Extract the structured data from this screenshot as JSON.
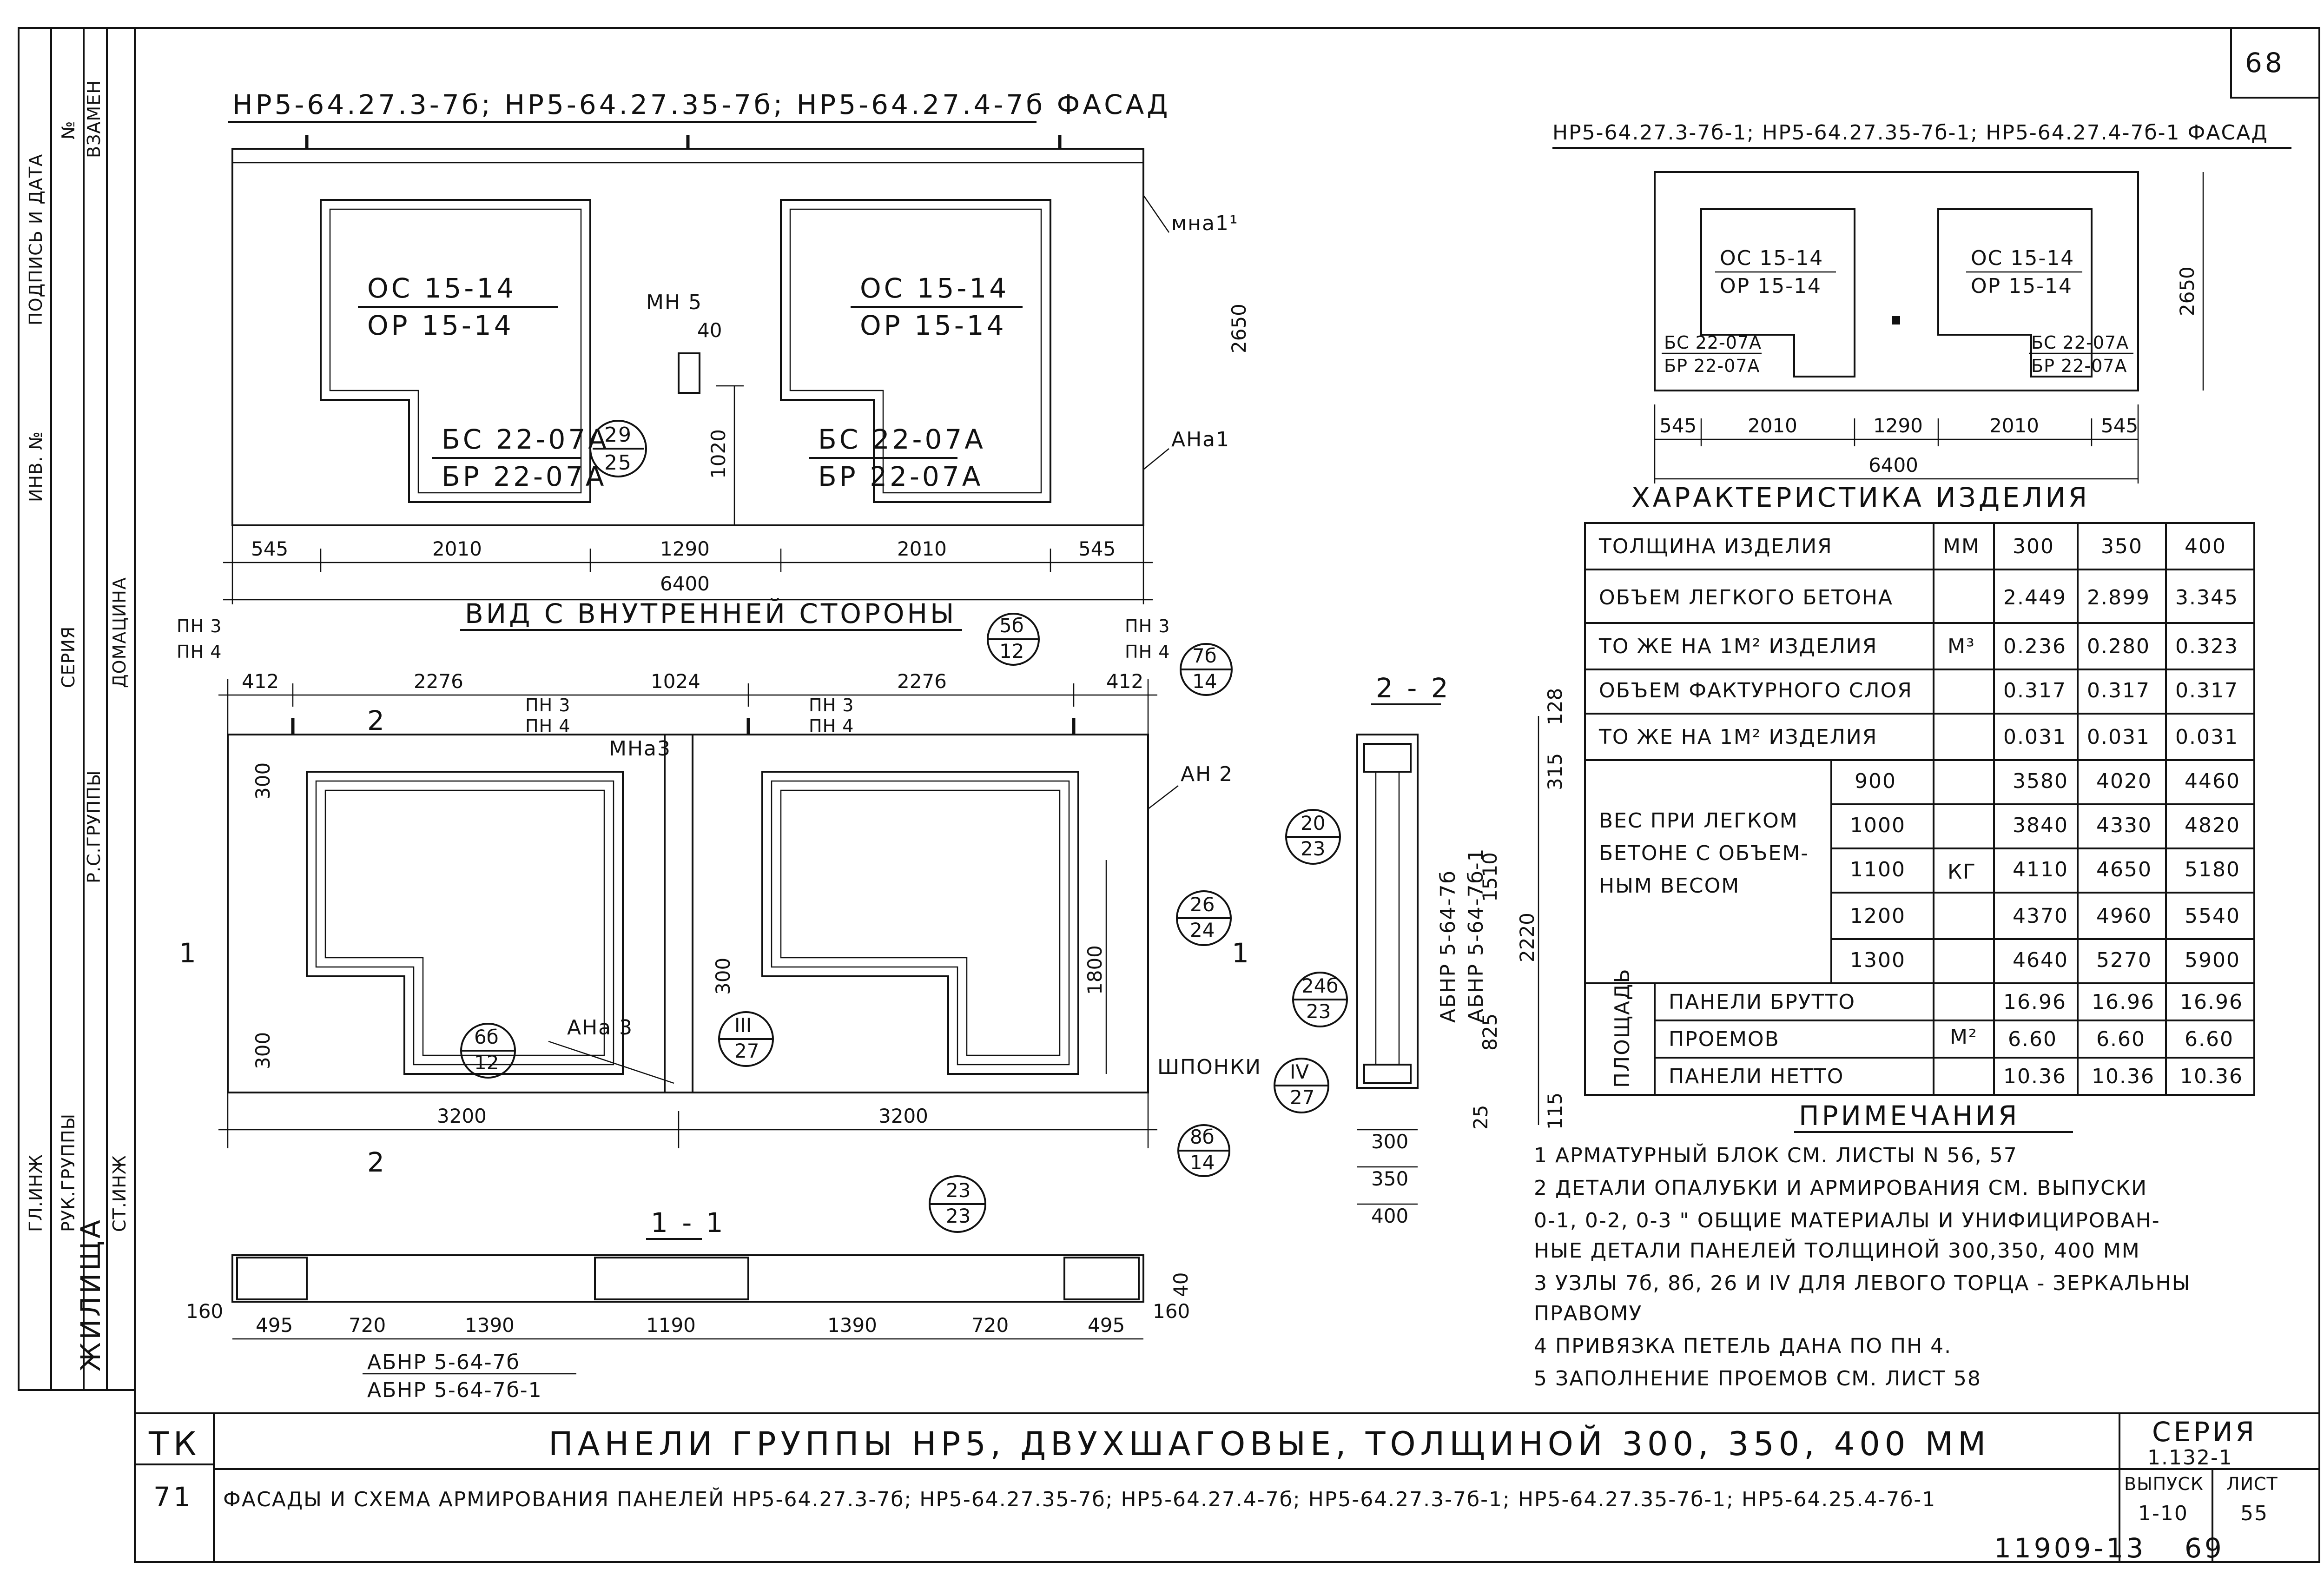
{
  "sheet_number": "68",
  "stamp": {
    "margin_texts": [
      "ВЗАМЕН",
      "№",
      "ПОДПИСЬ И ДАТА",
      "ИНВ. №",
      "Р.С.ГРУППЫ",
      "ЖИЛИЩА",
      "СЕРИЯ",
      "ДОМАЦИНА",
      "ГЛ.ИНЖ",
      "РУК.ГРУППЫ",
      "СТ.ИНЖ"
    ]
  },
  "facade_main": {
    "title": "НР5-64.27.3-7б; НР5-64.27.35-7б; НР5-64.27.4-7б  ФАСАД",
    "window_top": "ОС 15-14",
    "window_bottom": "ОР 15-14",
    "door_top": "БС 22-07А",
    "door_bottom": "БР 22-07А",
    "node_mn5": "МН 5",
    "dim_40": "40",
    "node_29": "29",
    "node_25": "25",
    "label_mna11": "мна1¹",
    "label_ana1": "АНа1",
    "dim_2650": "2650",
    "dim_1020": "1020",
    "dims_bottom": [
      "545",
      "2010",
      "1290",
      "2010",
      "545"
    ],
    "dim_total": "6400"
  },
  "facade_small": {
    "title": "НР5-64.27.3-7б-1; НР5-64.27.35-7б-1; НР5-64.27.4-7б-1 ФАСАД",
    "window_top": "ОС 15-14",
    "window_bottom": "ОР 15-14",
    "door_top": "БС 22-07А",
    "door_bottom": "БР 22-07А",
    "dim_2650": "2650",
    "dims_bottom": [
      "545",
      "2010",
      "1290",
      "2010",
      "545"
    ],
    "dim_total": "6400"
  },
  "inner_view": {
    "title": "ВИД С ВНУТРЕННЕЙ СТОРОНЫ",
    "pn3": "ПН 3",
    "pn4": "ПН 4",
    "dims_top": [
      "412",
      "2276",
      "1024",
      "2276",
      "412"
    ],
    "label_mna3": "МНа3",
    "label_an2": "АН 2",
    "label_ana3": "АНа 3",
    "label_shponki": "ШПОНКИ",
    "dim_300": "300",
    "dim_1800": "1800",
    "dims_bottom": [
      "3200",
      "3200"
    ],
    "sec1": "1",
    "sec2": "2",
    "nodes": [
      {
        "top": "5б",
        "bottom": "12"
      },
      {
        "top": "7б",
        "bottom": "14"
      },
      {
        "top": "26",
        "bottom": "24"
      },
      {
        "top": "6б",
        "bottom": "12"
      },
      {
        "top": "III",
        "bottom": "27"
      },
      {
        "top": "IV",
        "bottom": "27"
      },
      {
        "top": "8б",
        "bottom": "14"
      }
    ]
  },
  "section_22": {
    "title": "2 - 2",
    "nodes": [
      {
        "top": "20",
        "bottom": "23"
      },
      {
        "top": "24б",
        "bottom": "23"
      }
    ],
    "label_1": "АБНР 5-64-7б",
    "label_2": "АБНР 5-64-7б-1",
    "dims_right": [
      "128",
      "315",
      "1510",
      "2220",
      "825",
      "115"
    ],
    "dim_25": "25",
    "dims_bottom": [
      "300",
      "350",
      "400"
    ]
  },
  "section_11": {
    "title": "1 - 1",
    "node": {
      "top": "23",
      "bottom": "23"
    },
    "dims": [
      "495",
      "720",
      "1390",
      "1190",
      "1390",
      "720",
      "495"
    ],
    "dim_160_left": "160",
    "dim_160_right": "160",
    "dim_40": "40",
    "label_1": "АБНР 5-64-7б",
    "label_2": "АБНР 5-64-7б-1"
  },
  "characteristics": {
    "title": "ХАРАКТЕРИСТИКА ИЗДЕЛИЯ",
    "rows": [
      {
        "label": "ТОЛЩИНА ИЗДЕЛИЯ",
        "unit": "ММ",
        "values": [
          "300",
          "350",
          "400"
        ]
      },
      {
        "label": "ОБЪЕМ ЛЕГКОГО БЕТОНА",
        "unit": "",
        "values": [
          "2.449",
          "2.899",
          "3.345"
        ]
      },
      {
        "label": "ТО ЖЕ НА 1М² ИЗДЕЛИЯ",
        "unit": "М³",
        "values": [
          "0.236",
          "0.280",
          "0.323"
        ]
      },
      {
        "label": "ОБЪЕМ ФАКТУРНОГО СЛОЯ",
        "unit": "",
        "values": [
          "0.317",
          "0.317",
          "0.317"
        ]
      },
      {
        "label": "ТО ЖЕ НА 1М² ИЗДЕЛИЯ",
        "unit": "",
        "values": [
          "0.031",
          "0.031",
          "0.031"
        ]
      }
    ],
    "weight_label": [
      "ВЕС ПРИ ЛЕГКОМ",
      "БЕТОНЕ С ОБЪЕМ-",
      "НЫМ  ВЕСОМ"
    ],
    "weight_unit": "КГ",
    "weights": [
      {
        "density": "900",
        "values": [
          "3580",
          "4020",
          "4460"
        ]
      },
      {
        "density": "1000",
        "values": [
          "3840",
          "4330",
          "4820"
        ]
      },
      {
        "density": "1100",
        "values": [
          "4110",
          "4650",
          "5180"
        ]
      },
      {
        "density": "1200",
        "values": [
          "4370",
          "4960",
          "5540"
        ]
      },
      {
        "density": "1300",
        "values": [
          "4640",
          "5270",
          "5900"
        ]
      }
    ],
    "area_label": "ПЛОЩАДЬ",
    "area_unit": "М²",
    "areas": [
      {
        "label": "ПАНЕЛИ  БРУТТО",
        "values": [
          "16.96",
          "16.96",
          "16.96"
        ]
      },
      {
        "label": "ПРОЕМОВ",
        "values": [
          "6.60",
          "6.60",
          "6.60"
        ]
      },
      {
        "label": "ПАНЕЛИ  НЕТТО",
        "values": [
          "10.36",
          "10.36",
          "10.36"
        ]
      }
    ]
  },
  "notes": {
    "title": "ПРИМЕЧАНИЯ",
    "items": [
      "1  АРМАТУРНЫЙ  БЛОК СМ. ЛИСТЫ N 56, 57",
      "2  ДЕТАЛИ ОПАЛУБКИ И АРМИРОВАНИЯ СМ. ВЫПУСКИ",
      "    0-1, 0-2, 0-3 \" ОБЩИЕ МАТЕРИАЛЫ И УНИФИЦИРОВАН-",
      "    НЫЕ ДЕТАЛИ ПАНЕЛЕЙ ТОЛЩИНОЙ 300,350, 400 ММ",
      "3  УЗЛЫ 7б, 8б, 26 И IV ДЛЯ ЛЕВОГО ТОРЦА - ЗЕРКАЛЬНЫ",
      "    ПРАВОМУ",
      "4  ПРИВЯЗКА ПЕТЕЛЬ ДАНА  ПО ПН 4.",
      "5  ЗАПОЛНЕНИЕ  ПРОЕМОВ  СМ.  ЛИСТ  58"
    ]
  },
  "title_block": {
    "tk": "ТК",
    "num71": "71",
    "main_title": "ПАНЕЛИ  ГРУППЫ  НР5,  ДВУХШАГОВЫЕ,  ТОЛЩИНОЙ  300, 350, 400 ММ",
    "subtitle": "ФАСАДЫ И СХЕМА АРМИРОВАНИЯ ПАНЕЛЕЙ НР5-64.27.3-7б; НР5-64.27.35-7б; НР5-64.27.4-7б; НР5-64.27.3-7б-1; НР5-64.27.35-7б-1; НР5-64.25.4-7б-1",
    "series_label": "СЕРИЯ",
    "series": "1.132-1",
    "issue_label": "ВЫПУСК",
    "issue": "1-10",
    "sheet_label": "ЛИСТ",
    "sheet": "55"
  },
  "footer": {
    "doc": "11909-13",
    "page": "69"
  }
}
